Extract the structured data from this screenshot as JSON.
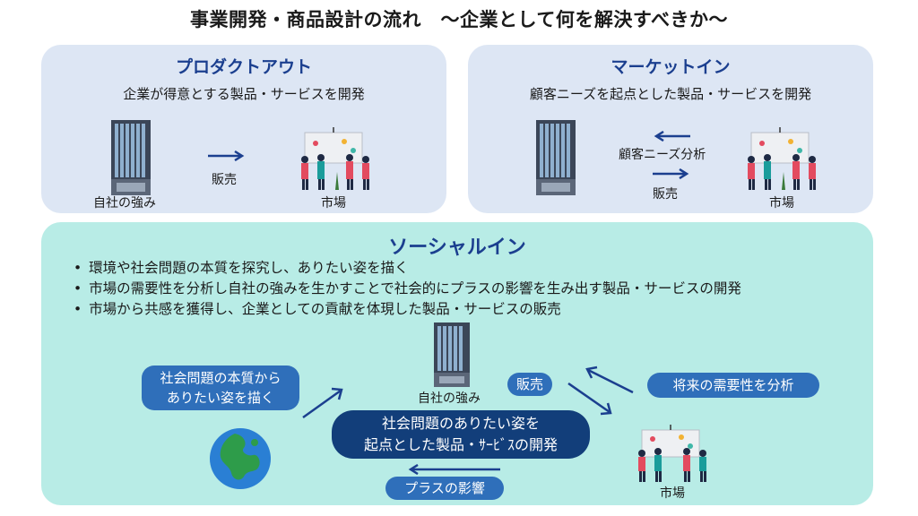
{
  "title": "事業開発・商品設計の流れ　〜企業として何を解決すべきか〜",
  "product_out": {
    "heading": "プロダクトアウト",
    "desc": "企業が得意とする製品・サービスを開発",
    "company_label": "自社の強み",
    "arrow_label": "販売",
    "market_label": "市場"
  },
  "market_in": {
    "heading": "マーケットイン",
    "desc": "顧客ニーズを起点とした製品・サービスを開発",
    "analysis_label": "顧客ニーズ分析",
    "sell_label": "販売",
    "market_label": "市場"
  },
  "social_in": {
    "heading": "ソーシャルイン",
    "bullets": [
      "環境や社会問題の本質を探究し、ありたい姿を描く",
      "市場の需要性を分析し自社の強みを生かすことで社会的にプラスの影響を生み出す製品・サービスの開発",
      "市場から共感を獲得し、企業としての貢献を体現した製品・サービスの販売"
    ],
    "pill_vision_line1": "社会問題の本質から",
    "pill_vision_line2": "ありたい姿を描く",
    "company_label": "自社の強み",
    "sell_label": "販売",
    "future_label": "将来の需要性を分析",
    "center_line1": "社会問題のありたい姿を",
    "center_line2": "起点とした製品・ｻｰﾋﾞｽの開発",
    "plus_label": "プラスの影響",
    "market_label": "市場"
  },
  "colors": {
    "panel_blue": "#dde6f4",
    "panel_teal": "#b8ece6",
    "heading": "#1b3f8f",
    "pill": "#2f6fba",
    "pill_dark": "#123e7a",
    "arrow": "#1b3f8f"
  }
}
